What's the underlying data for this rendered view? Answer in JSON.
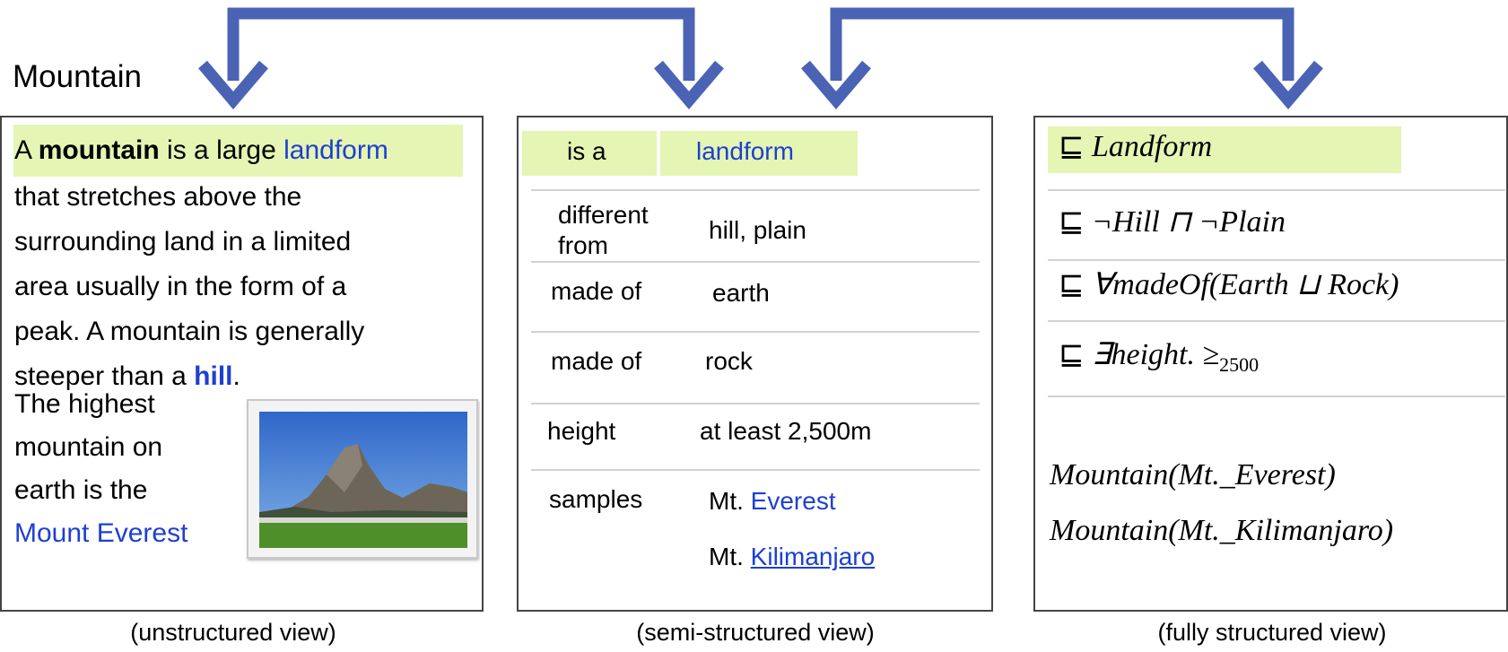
{
  "title": "Mountain",
  "unstructured": {
    "sentence_1": {
      "a": "A",
      "bold": "mountain",
      "mid": "is a large",
      "link": "landform"
    },
    "lines": [
      "that stretches above the",
      "surrounding land in a limited",
      "area usually in the form of a",
      "peak. A mountain is generally"
    ],
    "last_line": {
      "prefix": "steeper than a",
      "link": "hill",
      "suffix": "."
    },
    "para2": [
      "The highest",
      "mountain on",
      "earth is the"
    ],
    "para2_link": "Mount Everest",
    "caption": "(unstructured view)"
  },
  "semi": {
    "rows": [
      {
        "key": "is a",
        "value": "landform"
      },
      {
        "key": "different from",
        "value": "hill, plain"
      },
      {
        "key": "made of",
        "value": "earth"
      },
      {
        "key": "made of",
        "value": "rock"
      },
      {
        "key": "height",
        "value": "at least 2,500m"
      }
    ],
    "samples": {
      "key": "samples",
      "prefix": "Mt.",
      "items": [
        "Everest",
        "Kilimanjaro"
      ]
    },
    "caption": "(semi-structured view)"
  },
  "fully": {
    "rows": [
      {
        "op": "⊑",
        "expr": "Landform"
      },
      {
        "op": "⊑",
        "expr": "¬Hill ⊓ ¬Plain"
      },
      {
        "op": "⊑",
        "expr": "∀madeOf(Earth ⊔ Rock)"
      },
      {
        "op": "⊑",
        "expr": "∃height. ≥",
        "sub": "2500"
      }
    ],
    "assertions": [
      "Mountain(Mt._Everest)",
      "Mountain(Mt._Kilimanjaro)"
    ],
    "caption": "(fully structured view)"
  },
  "colors": {
    "arrow": "#4a63b5",
    "highlight": "#e4f5b4",
    "link": "#1f3fd0"
  }
}
